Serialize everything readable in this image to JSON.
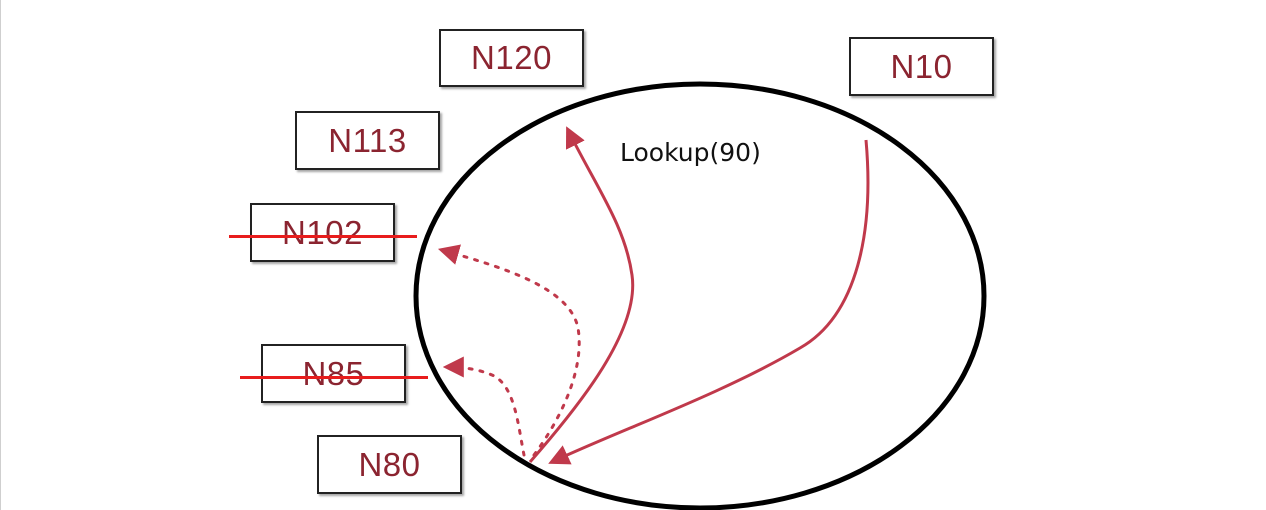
{
  "nodes": [
    {
      "id": "n120",
      "label": "N120",
      "failed": false
    },
    {
      "id": "n10",
      "label": "N10",
      "failed": false
    },
    {
      "id": "n113",
      "label": "N113",
      "failed": false
    },
    {
      "id": "n102",
      "label": "N102",
      "failed": true
    },
    {
      "id": "n85",
      "label": "N85",
      "failed": true
    },
    {
      "id": "n80",
      "label": "N80",
      "failed": false
    }
  ],
  "lookup": {
    "label": "Lookup(90)"
  },
  "edges": [
    {
      "from": "N10",
      "to": "N80",
      "style": "solid"
    },
    {
      "from": "N80",
      "to": "N120",
      "style": "solid"
    },
    {
      "from": "N80",
      "to": "N102",
      "style": "dotted"
    },
    {
      "from": "N80",
      "to": "N85",
      "style": "dotted"
    }
  ],
  "colors": {
    "ring": "#000000",
    "arrow": "#c0394b",
    "node_text": "#8b2430",
    "strike": "#e81c1c"
  }
}
